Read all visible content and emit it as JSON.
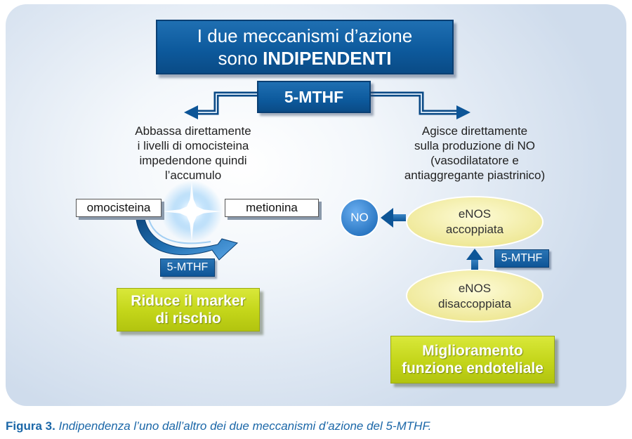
{
  "title": {
    "line1": "I due meccanismi d’azione",
    "line2_prefix": "sono ",
    "line2_bold": "INDIPENDENTI"
  },
  "center_label": "5-MTHF",
  "left": {
    "description": [
      "Abbassa direttamente",
      "i livelli di omocisteina",
      "impedendone quindi",
      "l’accumulo"
    ],
    "substrate": "omocisteina",
    "product": "metionina",
    "cofactor": "5-MTHF",
    "outcome": [
      "Riduce il marker",
      "di rischio"
    ]
  },
  "right": {
    "description": [
      "Agisce direttamente",
      "sulla produzione di NO",
      "(vasodilatatore e",
      "antiaggregante piastrinico)"
    ],
    "no_label": "NO",
    "coupled": [
      "eNOS",
      "accoppiata"
    ],
    "uncoupled": [
      "eNOS",
      "disaccoppiata"
    ],
    "cofactor": "5-MTHF",
    "outcome": [
      "Miglioramento",
      "funzione endoteliale"
    ]
  },
  "caption": {
    "label": "Figura 3.",
    "text": "Indipendenza l’uno dall’altro dei due meccanismi d’azione del 5-MTHF."
  },
  "colors": {
    "blue": "#0d5a9d",
    "green": "#c3d519",
    "ellipse": "#f7f3a6",
    "no_circle": "#3a8ad4",
    "caption": "#1b67a8"
  }
}
